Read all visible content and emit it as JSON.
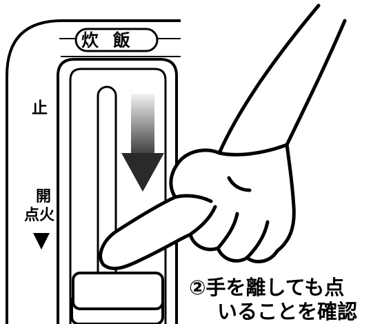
{
  "panel": {
    "header_label": "炊 飯",
    "stop_label": "止",
    "open_label": "開",
    "ignite_label": "点火"
  },
  "instruction": {
    "line1": "②手を離しても点",
    "line2": "いることを確認"
  },
  "icons": [
    "down-arrow-icon",
    "down-triangle-icon",
    "hand-icon"
  ],
  "colors": {
    "ink": "#000000",
    "background": "#ffffff",
    "arrow_dark": "#333333",
    "arrow_light": "#e8e8e8"
  }
}
